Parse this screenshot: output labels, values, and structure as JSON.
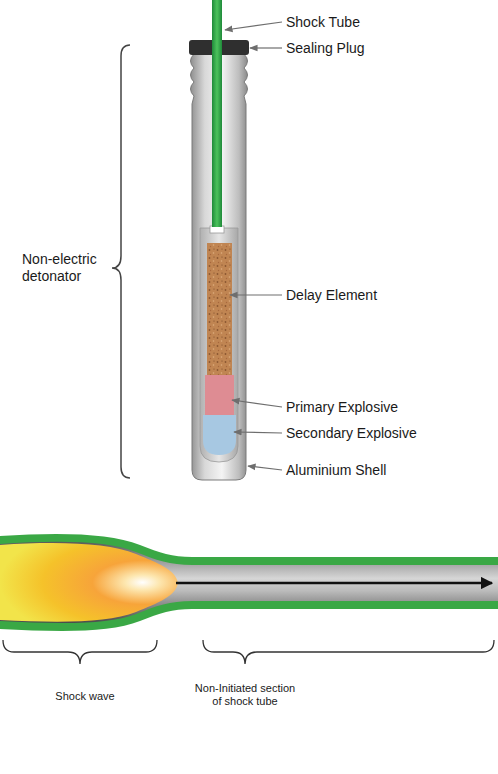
{
  "diagram": {
    "labels": [
      "Shock Tube",
      "Sealing Plug",
      "Non-electric detonator",
      "Delay Element",
      "Primary Explosive",
      "Secondary Explosive",
      "Aluminium Shell",
      "Shock wave",
      "Non-Initiated section of shock tube"
    ]
  }
}
